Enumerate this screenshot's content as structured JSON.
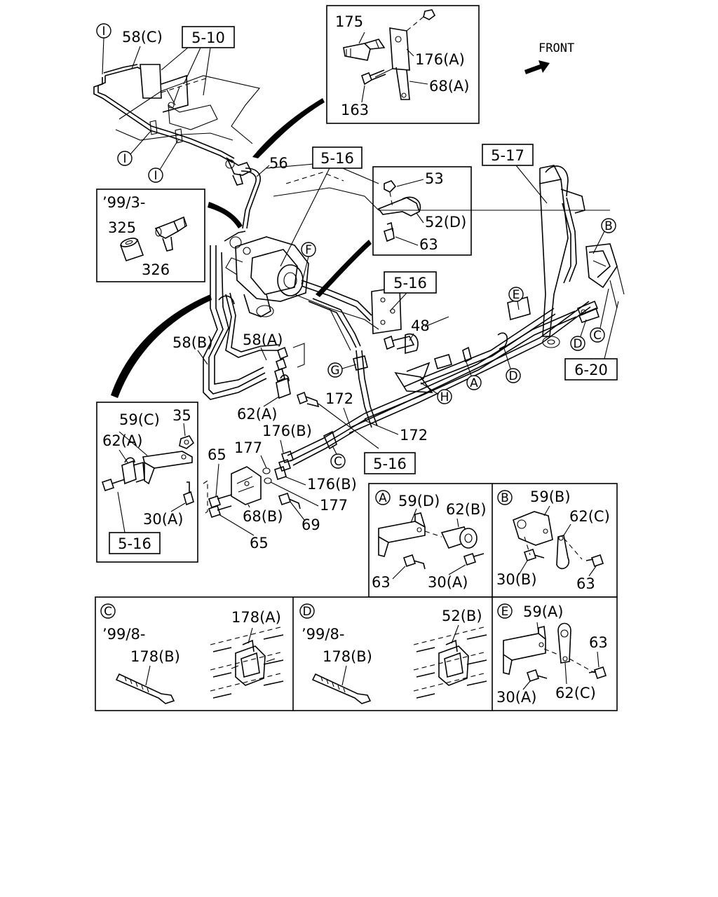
{
  "front_label": "FRONT",
  "refs": {
    "r_5_10": "5-10",
    "r_5_16_a": "5-16",
    "r_5_16_b": "5-16",
    "r_5_16_c": "5-16",
    "r_5_16_d": "5-16",
    "r_5_17": "5-17",
    "r_6_20": "6-20"
  },
  "letters": {
    "I1": "I",
    "I2": "I",
    "I3": "I",
    "F": "F",
    "G": "G",
    "H": "H",
    "A": "A",
    "B": "B",
    "C1": "C",
    "C2": "C",
    "D1": "D",
    "D2": "D",
    "E": "E"
  },
  "main_parts": {
    "p58c": "58(C)",
    "p56": "56",
    "p58b": "58(B)",
    "p58a": "58(A)",
    "p62a": "62(A)",
    "p48": "48",
    "p172a": "172",
    "p172b": "172",
    "p176b_1": "176(B)",
    "p176b_2": "176(B)",
    "p177_1": "177",
    "p177_2": "177",
    "p65_1": "65",
    "p65_2": "65",
    "p68b": "68(B)",
    "p69": "69"
  },
  "inset_top": {
    "p175": "175",
    "p176a": "176(A)",
    "p68a": "68(A)",
    "p163": "163"
  },
  "inset_99": {
    "date": "’99/3-",
    "p325": "325",
    "p326": "326"
  },
  "inset_clip": {
    "p53": "53",
    "p52d": "52(D)",
    "p63": "63"
  },
  "inset_left": {
    "p59c": "59(C)",
    "p35": "35",
    "p62a": "62(A)",
    "p30a": "30(A)"
  },
  "panel_A": {
    "letter": "A",
    "p59d": "59(D)",
    "p62b": "62(B)",
    "p63": "63",
    "p30a": "30(A)"
  },
  "panel_B": {
    "letter": "B",
    "p59b": "59(B)",
    "p62c": "62(C)",
    "p30b": "30(B)",
    "p63": "63"
  },
  "panel_C": {
    "letter": "C",
    "date": "’99/8-",
    "p178a": "178(A)",
    "p178b": "178(B)"
  },
  "panel_D": {
    "letter": "D",
    "date": "’99/8-",
    "p52b": "52(B)",
    "p178b": "178(B)"
  },
  "panel_E": {
    "letter": "E",
    "p59a": "59(A)",
    "p63": "63",
    "p30a": "30(A)",
    "p62c": "62(C)"
  }
}
